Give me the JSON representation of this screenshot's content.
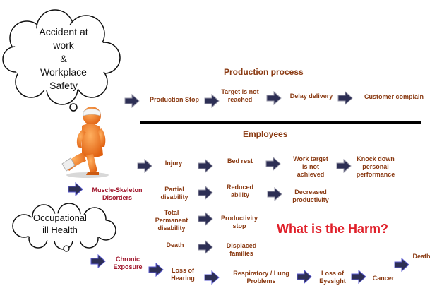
{
  "clouds": {
    "accident": "Accident at\nwork\n&\nWorkplace\nSafety",
    "occupational": "Occupational\nill Health"
  },
  "headers": {
    "production": "Production process",
    "employees": "Employees"
  },
  "production_row": [
    "Production Stop",
    "Target is not\nreached",
    "Delay delivery",
    "Customer complain"
  ],
  "employee_nodes": {
    "injury": "Injury",
    "bed_rest": "Bed rest",
    "work_target": "Work target\nis not\nachieved",
    "knock_down": "Knock down\npersonal\nperformance",
    "partial": "Partial\ndisability",
    "reduced_ability": "Reduced\nability",
    "decreased_productivity": "Decreased\nproductivity",
    "total_permanent": "Total\nPermanent\ndisability",
    "productivity_stop": "Productivity\nstop",
    "death": "Death",
    "displaced": "Displaced\nfamilies"
  },
  "ill_health": {
    "msd": "Muscle-Skeleton\nDisorders",
    "chronic": "Chronic\nExposure",
    "hearing": "Loss of\nHearing",
    "respiratory": "Respiratory / Lung\nProblems",
    "eyesight": "Loss of\nEyesight",
    "cancer": "Cancer",
    "death": "Death"
  },
  "question": "What is the Harm?",
  "colors": {
    "label": "#8a3a12",
    "label_red": "#a0142a",
    "harm": "#e0202a",
    "arrow_fill": "#2d2f55",
    "figure": "#f07818",
    "divider": "#000000"
  },
  "icons": [
    "worker-figure-icon",
    "arrow-right-icon",
    "thought-cloud-icon"
  ]
}
